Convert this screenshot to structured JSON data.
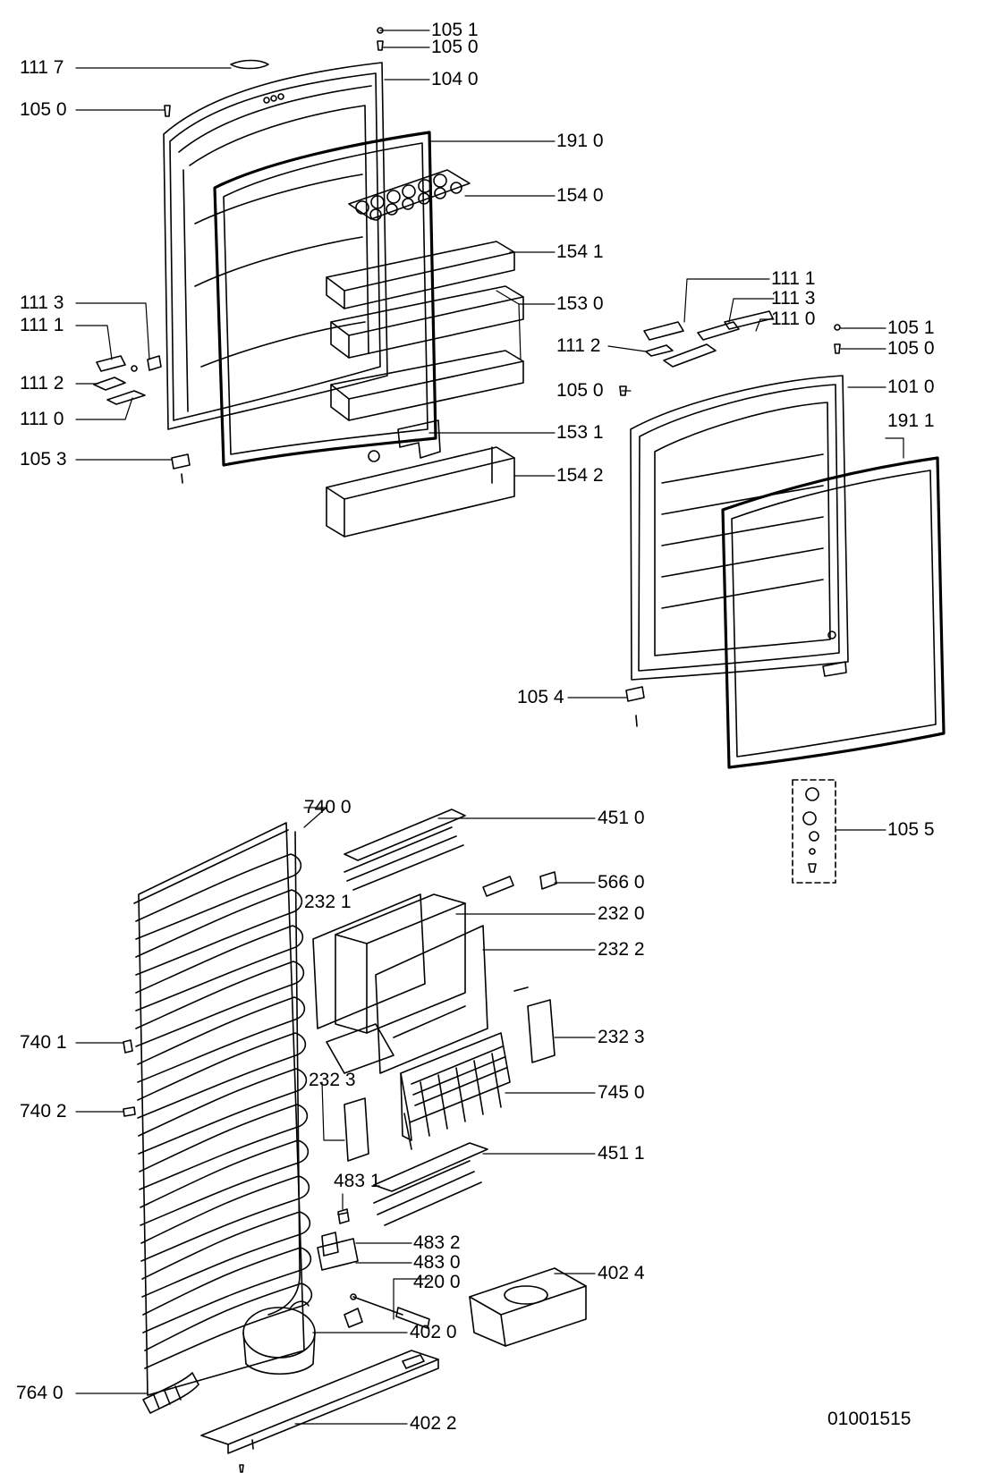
{
  "labels": {
    "l_111_7": "111 7",
    "l_105_0_a": "105 0",
    "l_111_3_a": "111 3",
    "l_111_1_a": "111 1",
    "l_111_2_a": "111 2",
    "l_111_0_a": "111 0",
    "l_105_3": "105 3",
    "l_105_1_a": "105 1",
    "l_105_0_b": "105 0",
    "l_104_0": "104 0",
    "l_191_0": "191 0",
    "l_154_0": "154 0",
    "l_154_1": "154 1",
    "l_153_0": "153 0",
    "l_153_1": "153 1",
    "l_154_2": "154 2",
    "l_111_1_b": "111 1",
    "l_111_3_b": "111 3",
    "l_111_0_b": "111 0",
    "l_111_2_b": "111 2",
    "l_105_1_b": "105 1",
    "l_105_0_c": "105 0",
    "l_105_0_d": "105 0",
    "l_101_0": "101 0",
    "l_191_1": "191 1",
    "l_105_4": "105 4",
    "l_105_5": "105 5",
    "l_740_0": "740 0",
    "l_451_0": "451 0",
    "l_232_1": "232 1",
    "l_566_0": "566 0",
    "l_232_0": "232 0",
    "l_232_2": "232 2",
    "l_232_3_a": "232 3",
    "l_232_3_b": "232 3",
    "l_740_1": "740 1",
    "l_740_2": "740 2",
    "l_745_0": "745 0",
    "l_483_1": "483 1",
    "l_451_1": "451 1",
    "l_483_2": "483 2",
    "l_483_0": "483 0",
    "l_420_0": "420 0",
    "l_402_4": "402 4",
    "l_402_0": "402 0",
    "l_764_0": "764 0",
    "l_402_2": "402 2"
  },
  "document_id": "01001515"
}
